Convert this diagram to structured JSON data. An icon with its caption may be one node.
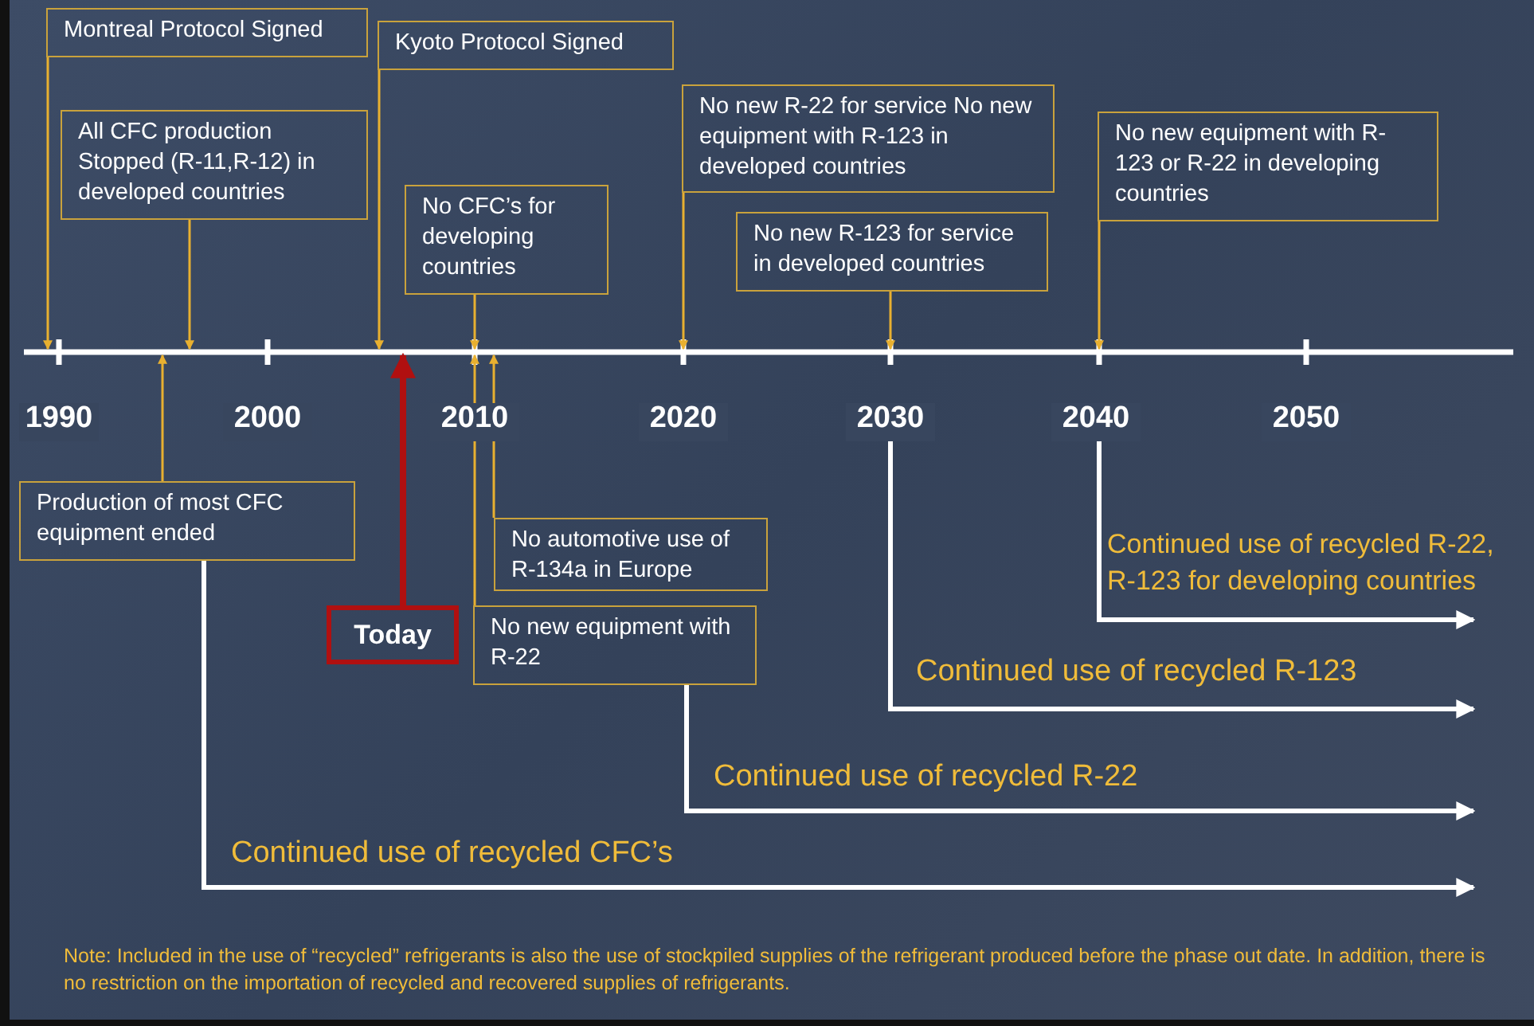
{
  "diagram": {
    "nodes": [
      {
        "text": [
          "Montreal Protocol Signed"
        ]
      },
      {
        "text": [
          "Kyoto Protocol Signed"
        ]
      },
      {
        "text": [
          "All CFC production Stopped (R-11,R-12) in developed countries"
        ]
      },
      {
        "text": [
          "No CFC’s for developing countries"
        ]
      },
      {
        "text": [
          "No new R-22 for service No new equipment with R-123 in developed countries"
        ]
      },
      {
        "text": [
          "No new R-123 for service in developed countries"
        ]
      },
      {
        "text": [
          "No new equipment with R-123 or R-22 in developing countries"
        ]
      },
      {
        "text": [
          "Production of most CFC equipment ended"
        ]
      },
      {
        "text": [
          "No automotive use of R-134a in Europe"
        ]
      },
      {
        "text": [
          "No new equipment with R-22"
        ]
      },
      {
        "text": [
          "Today"
        ]
      },
      {
        "text": [
          "1990"
        ]
      },
      {
        "text": [
          "2000"
        ]
      },
      {
        "text": [
          "2010"
        ]
      },
      {
        "text": [
          "2020"
        ]
      },
      {
        "text": [
          "2030"
        ]
      },
      {
        "text": [
          "2040"
        ]
      },
      {
        "text": [
          "2050"
        ]
      },
      {
        "text": [],
        "shape": "bar"
      }
    ],
    "edges": [
      {
        "from": 0,
        "to": 18,
        "arrow": "to"
      },
      {
        "from": 1,
        "to": 18,
        "arrow": "to"
      },
      {
        "from": 2,
        "to": 18,
        "arrow": "to"
      },
      {
        "from": 3,
        "to": 18,
        "arrow": "to"
      },
      {
        "from": 4,
        "to": 18,
        "arrow": "to"
      },
      {
        "from": 5,
        "to": 18,
        "arrow": "to"
      },
      {
        "from": 6,
        "to": 18,
        "arrow": "to"
      },
      {
        "from": 7,
        "to": 18,
        "arrow": "to"
      },
      {
        "from": 8,
        "to": 18,
        "arrow": "to"
      },
      {
        "from": 9,
        "to": 18,
        "arrow": "to"
      },
      {
        "from": 10,
        "to": 18,
        "arrow": "to",
        "style": "thick",
        "color": "#b01010"
      },
      {
        "from": 7,
        "to": null,
        "arrow": "to",
        "label": "Continued use of recycled CFC’s",
        "style": "thick",
        "color": "#ffffff"
      },
      {
        "from": 9,
        "to": null,
        "arrow": "to",
        "label": "Continued use of recycled R-22",
        "style": "thick",
        "color": "#ffffff"
      },
      {
        "from": 15,
        "to": null,
        "arrow": "to",
        "label": "Continued use of recycled  R-123",
        "style": "thick",
        "color": "#ffffff"
      },
      {
        "from": 16,
        "to": null,
        "arrow": "to",
        "label": "Continued use of recycled R-22, R-123 for developing countries",
        "style": "thick",
        "color": "#ffffff"
      }
    ],
    "labels": [
      "Note: Included in the use of “recycled” refrigerants is also the use of stockpiled supplies of the refrigerant produced before the phase out date. In addition, there is no restriction on the importation of recycled and recovered supplies of refrigerants."
    ]
  }
}
